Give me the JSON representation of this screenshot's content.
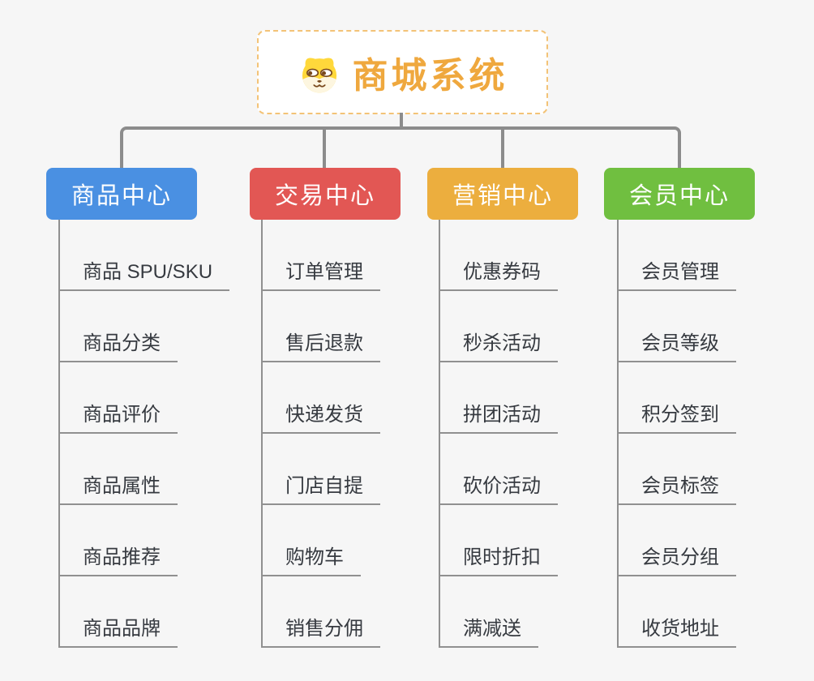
{
  "app": {
    "kind": "mindmap-org-chart",
    "background_color": "#f6f6f6",
    "connector_color": "#8c8c8c",
    "child_line_color": "#909090"
  },
  "root": {
    "title": "商城系统",
    "icon": "dog-face-icon",
    "text_color": "#efa83e",
    "border_color": "#f3c377"
  },
  "branches": [
    {
      "label": "商品中心",
      "color": "#4a90e2",
      "children": [
        "商品 SPU/SKU",
        "商品分类",
        "商品评价",
        "商品属性",
        "商品推荐",
        "商品品牌"
      ]
    },
    {
      "label": "交易中心",
      "color": "#e25754",
      "children": [
        "订单管理",
        "售后退款",
        "快递发货",
        "门店自提",
        "购物车",
        "销售分佣"
      ]
    },
    {
      "label": "营销中心",
      "color": "#ecae3e",
      "children": [
        "优惠券码",
        "秒杀活动",
        "拼团活动",
        "砍价活动",
        "限时折扣",
        "满减送"
      ]
    },
    {
      "label": "会员中心",
      "color": "#70bf40",
      "children": [
        "会员管理",
        "会员等级",
        "积分签到",
        "会员标签",
        "会员分组",
        "收货地址"
      ]
    }
  ]
}
